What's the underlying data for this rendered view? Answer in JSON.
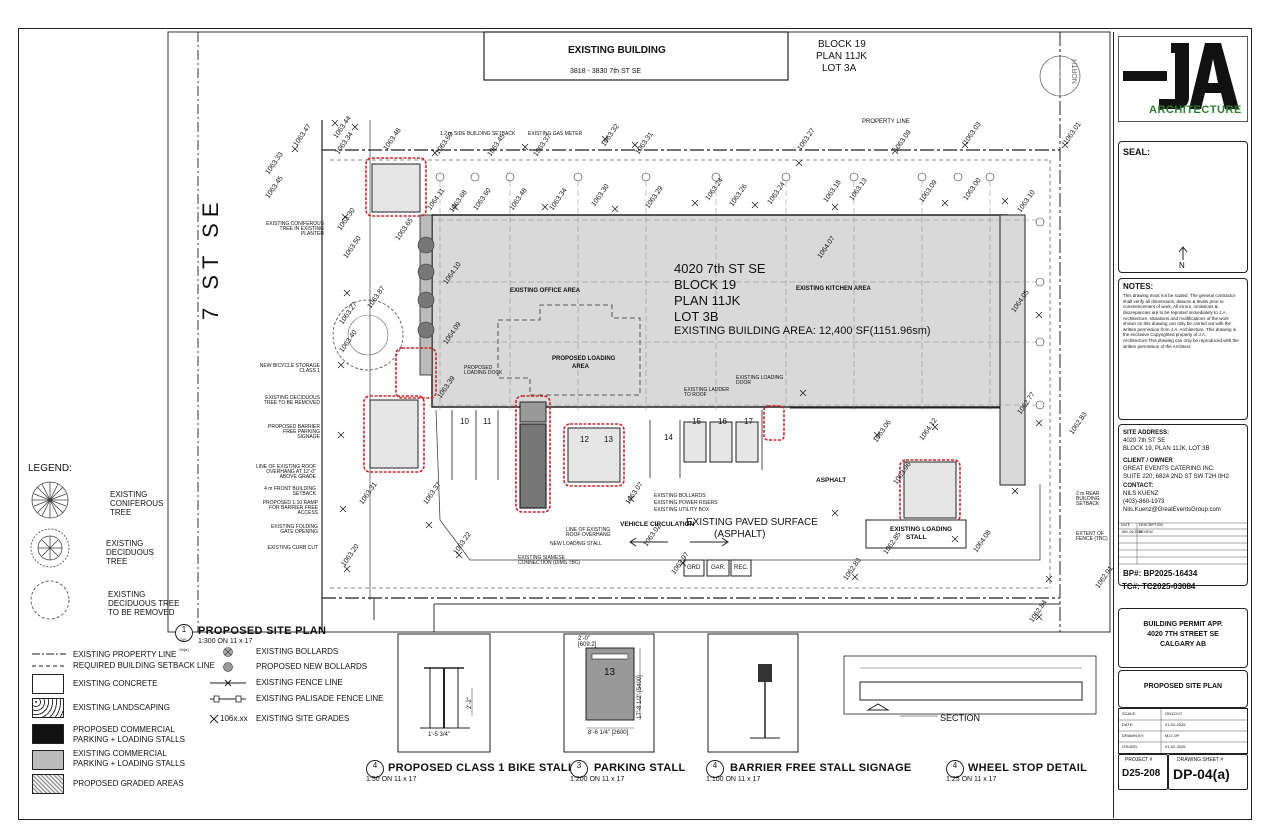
{
  "building": {
    "existing_label": "EXISTING BUILDING",
    "existing_address": "3818 - 3830 7th ST SE",
    "neighbor_block": "BLOCK 19",
    "neighbor_plan": "PLAN 11JK",
    "neighbor_lot": "LOT 3A",
    "north": "NORTH",
    "street": "7 ST SE",
    "address_line1": "4020 7th ST SE",
    "address_line2": "BLOCK 19",
    "address_line3": "PLAN 11JK",
    "address_line4": "LOT 3B",
    "area": "EXISTING BUILDING AREA: 12,400 SF(1151.96sm)",
    "office_area": "EXISTING OFFICE AREA",
    "kitchen_area": "EXISTING KITCHEN AREA",
    "loading_area_l1": "PROPOSED LOADING",
    "loading_area_l2": "AREA",
    "paved_l1": "EXISTING PAVED SURFACE",
    "paved_l2": "(ASPHALT)",
    "vehicle_circ": "VEHICLE CIRCULATION",
    "asphalt": "ASPHALT",
    "loading_stall_l1": "EXISTING LOADING",
    "loading_stall_l2": "STALL",
    "property_line": "PROPERTY LINE",
    "side_setback": "1.2 m SIDE BUILDING SETBACK",
    "gas_meter": "EXISTING GAS METER",
    "bins": [
      "GRD",
      "GAR.",
      "REC."
    ],
    "stall_numbers": [
      "10",
      "11",
      "12",
      "13",
      "14",
      "15",
      "16",
      "17"
    ],
    "left_notes": [
      "EXISTING CONIFEROUS TREE IN EXISTING PLANTER",
      "NEW BICYCLE STORAGE CLASS 1",
      "EXISTING DECIDUOUS TREE TO BE REMOVED",
      "PROPOSED BARRIER FREE PARKING SIGNAGE",
      "LINE OF EXISTING ROOF OVERHANG AT 12'-0\" ABOVE GRADE",
      "4 m FRONT BUILDING SETBACK",
      "PROPOSED 1:10 RAMP FOR BARRIER FREE ACCESS",
      "EXISTING FOLDING GATE OPENING",
      "EXISTING CURB CUT"
    ],
    "mid_notes": [
      "PROPOSED LOADING DOCK",
      "EXISTING LADDER TO ROOF",
      "EXISTING LOADING DOOR",
      "EXISTING BOLLARDS",
      "EXISTING POWER RISERS",
      "EXISTING UTILITY BOX",
      "LINE OF EXISTING ROOF OVERHANG",
      "NEW LOADING STALL",
      "EXISTING SIAMESE CONNECTION (DIMS TBC)",
      "2 m REAR BUILDING SETBACK",
      "EXTENT OF FENCE (TBC)"
    ],
    "grades": [
      "1063.33",
      "1063.45",
      "1063.47",
      "1063.44",
      "1063.34",
      "1063.48",
      "1063.60",
      "1063.45",
      "1063.37",
      "1063.32",
      "1063.31",
      "1063.27",
      "1063.09",
      "1063.03",
      "1063.01",
      "1063.68",
      "1063.60",
      "1063.48",
      "1063.34",
      "1063.30",
      "1063.29",
      "1063.24",
      "1063.26",
      "1063.24",
      "1063.18",
      "1063.13",
      "1063.09",
      "1063.00",
      "1063.10",
      "1064.11",
      "1064.10",
      "1064.09",
      "1064.07",
      "1064.05",
      "1064.12",
      "1063.06",
      "1063.07",
      "1063.22",
      "1063.20",
      "1063.31",
      "1063.37",
      "1063.39",
      "1063.27",
      "1063.40",
      "1063.30",
      "1063.87",
      "1063.65",
      "1063.50",
      "1062.83",
      "1062.77",
      "1062.91",
      "1062.84",
      "1062.83",
      "1062.97",
      "1063.02",
      "1064.08",
      "1063.96",
      "1062.85"
    ]
  },
  "legend": {
    "title": "LEGEND:",
    "trees": [
      {
        "label_l1": "EXISTING",
        "label_l2": "CONIFEROUS",
        "label_l3": "TREE"
      },
      {
        "label_l1": "EXISTING",
        "label_l2": "DECIDUOUS",
        "label_l3": "TREE"
      },
      {
        "label_l1": "EXISTING",
        "label_l2": "DECIDUOUS TREE",
        "label_l3": "TO BE REMOVED"
      }
    ],
    "lines_left": [
      "EXISTING PROPERTY LINE",
      "REQUIRED BUILDING SETBACK LINE",
      "EXISTING CONCRETE",
      "EXISTING LANDSCAPING",
      "PROPOSED COMMERCIAL",
      "PARKING + LOADING STALLS",
      "EXISTING COMMERCIAL",
      "PARKING + LOADING STALLS",
      "PROPOSED GRADED AREAS"
    ],
    "lines_right": [
      "EXISTING BOLLARDS",
      "PROPOSED NEW BOLLARDS",
      "EXISTING FENCE LINE",
      "EXISTING PALISADE FENCE LINE",
      "EXISTING SITE GRADES"
    ],
    "grade_symbol": "106x.xx"
  },
  "details": {
    "site_plan_num": "1",
    "site_plan_sheet": "DP-04(a)",
    "site_plan_title": "PROPOSED SITE PLAN",
    "site_plan_scale": "1:300 ON 11 x 17",
    "bike_num": "4",
    "bike_title": "PROPOSED CLASS 1 BIKE STALL",
    "bike_scale": "1:50 ON 11 x 17",
    "bike_dim1": "2'-2\"",
    "bike_dim2": "1'-5 3/4\"",
    "park_num": "3",
    "park_title": "PARKING STALL",
    "park_scale": "1:200 ON 11 x 17",
    "park_stall": "13",
    "park_dim_top": "2'-0\" [609.2]",
    "park_dim_len": "17'-8 1/2\" [5400]",
    "park_dim_w": "8'-6 1/4\" [2600]",
    "sign_num": "4",
    "sign_title": "BARRIER FREE STALL SIGNAGE",
    "sign_scale": "1:100 ON 11 x 17",
    "wheel_num": "4",
    "wheel_title": "WHEEL STOP DETAIL",
    "wheel_scale": "1:25 ON 11 x 17",
    "section": "SECTION"
  },
  "titleblock": {
    "firm_logo": "JA",
    "firm_name": "ARCHITECTURE",
    "seal": "SEAL:",
    "notes_title": "NOTES:",
    "notes_body": "This drawing must not be scaled. The general contractor shall verify all dimensions, datums & levels prior to commencement of work. All errors, omissions & discrepancies are to be reported immediately to J.A. Architecture. Variations and modifications of the work shown on this drawing can only be carried out with the written permission from J.A. Architecture. This drawing is the exclusive Copyrighted property of J.A. Architecture.This drawing can only be reproduced with the written permission of the Architect.",
    "site_address_label": "SITE ADDRESS:",
    "site_address_1": "4020 7th ST SE",
    "site_address_2": "BLOCK 19, PLAN 11JK, LOT 3B",
    "client_label": "CLIENT / OWNER",
    "client_1": "GREAT EVENTS CATERING INC.",
    "client_2": "SUITE 220; 6824 2ND ST SW T2H 0H2",
    "contact_label": "CONTACT:",
    "contact_1": "NILS KUENZ",
    "contact_2": "(403)-860-1973",
    "contact_3": "Nils.Kuenz@GreatEventsGroup.com",
    "rev_date_h": "DATE",
    "rev_desc_h": "DESCRIPTION",
    "rev_date": "JAN. 06 2026",
    "rev_desc": "REVIEW",
    "bp": "BP#: BP2025-16434",
    "tc": "TC#: TC2025-03084",
    "project_l1": "BUILDING PERMIT APP.",
    "project_l2": "4020 7TH STREET SE",
    "project_l3": "CALGARY AB",
    "sheet_title": "PROPOSED SITE PLAN",
    "scale_label": "SCALE:",
    "scale_val": "ON11X17",
    "date_label": "DATE:",
    "date_val": "01-02-2026",
    "drawn_label": "DRAWN BY:",
    "drawn_val": "MJJ /JP",
    "issued_label": "ISSUED:",
    "issued_val": "01-02-2026",
    "project_no_label": "PROJECT #",
    "project_no": "D25-208",
    "sheet_no_label": "DRAWING SHEET #",
    "sheet_no": "DP-04(a)"
  }
}
